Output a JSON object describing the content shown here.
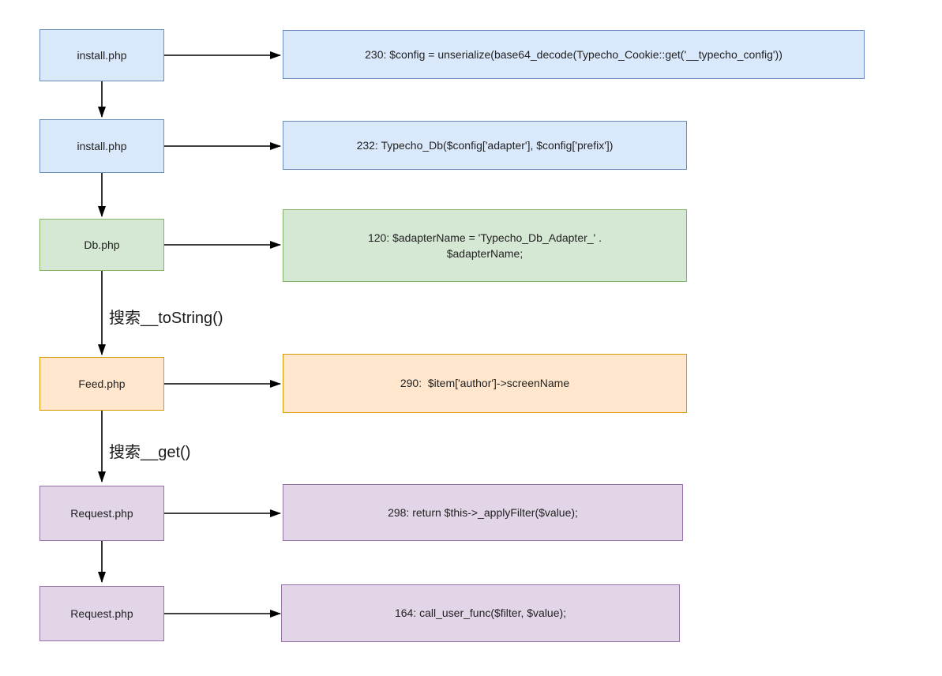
{
  "diagram": {
    "rows": [
      {
        "file": "install.php",
        "code_lines": [
          "230: $config = unserialize(base64_decode(Typecho_Cookie::get('__typecho_config'))"
        ],
        "color_name": "blue"
      },
      {
        "file": "install.php",
        "code_lines": [
          "232: Typecho_Db($config['adapter'], $config['prefix'])"
        ],
        "color_name": "blue"
      },
      {
        "file": "Db.php",
        "code_lines": [
          "120: $adapterName = 'Typecho_Db_Adapter_' .",
          "$adapterName;"
        ],
        "color_name": "green"
      },
      {
        "file": "Feed.php",
        "code_lines": [
          "290:  $item['author']->screenName"
        ],
        "color_name": "orange"
      },
      {
        "file": "Request.php",
        "code_lines": [
          "298: return $this->_applyFilter($value);"
        ],
        "color_name": "purple"
      },
      {
        "file": "Request.php",
        "code_lines": [
          "164: call_user_func($filter, $value);"
        ],
        "color_name": "purple"
      }
    ],
    "edge_labels": [
      {
        "text": "搜索__toString()"
      },
      {
        "text": "搜索__get()"
      }
    ],
    "colors": {
      "blue_fill": "#dae8fc",
      "blue_stroke": "#6c8ebf",
      "green_fill": "#d5e8d4",
      "green_stroke": "#82b366",
      "orange_fill": "#ffe6cc",
      "orange_stroke": "#d79b00",
      "purple_fill": "#e1d5e7",
      "purple_stroke": "#9673a6",
      "arrow": "#000000",
      "background": "#ffffff"
    }
  }
}
